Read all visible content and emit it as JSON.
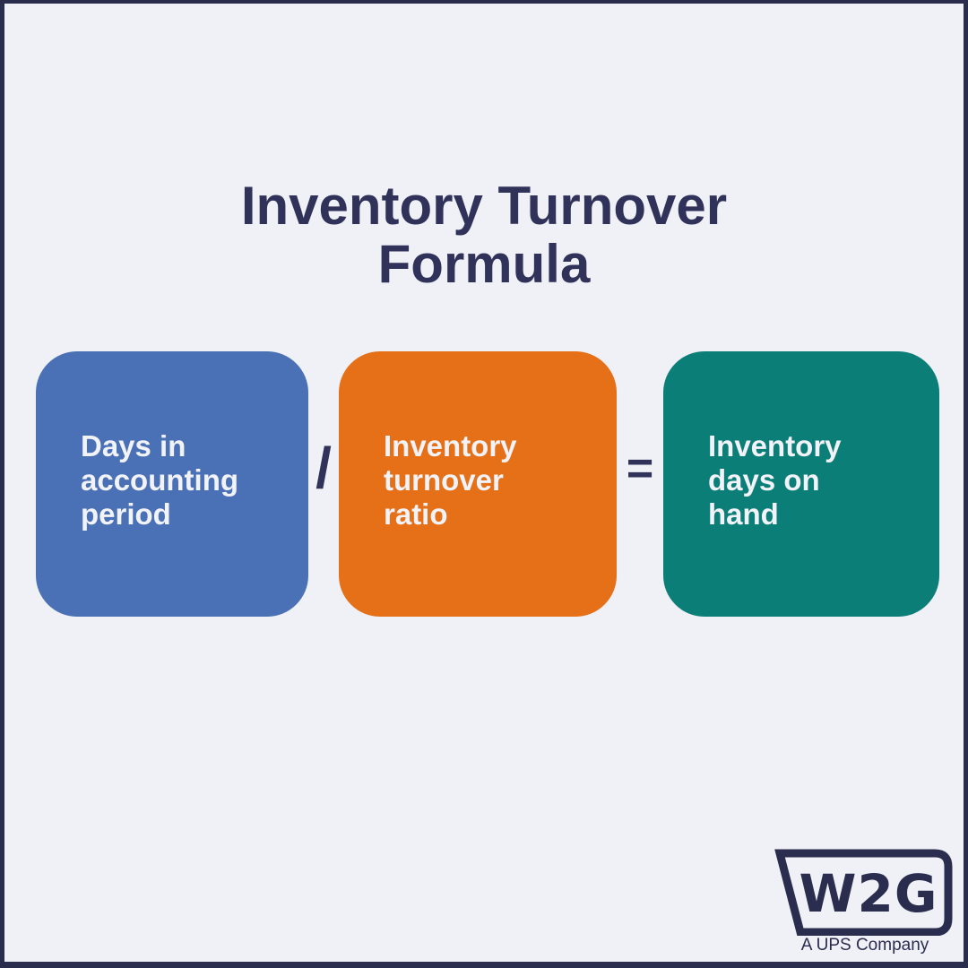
{
  "page": {
    "title": "Inventory Turnover\nFormula"
  },
  "formula": {
    "terms": [
      {
        "id": "days-in-accounting-period",
        "label": "Days in\naccounting\nperiod",
        "color": "#4a70b5"
      },
      {
        "id": "inventory-turnover-ratio",
        "label": "Inventory\nturnover\nratio",
        "color": "#e57017"
      },
      {
        "id": "inventory-days-on-hand",
        "label": "Inventory\ndays on\nhand",
        "color": "#0b7e77"
      }
    ],
    "operators": {
      "divide": "/",
      "equals": "="
    }
  },
  "branding": {
    "logo_text": "W2G",
    "tagline": "A UPS Company"
  },
  "colors": {
    "background": "#f0f1f7",
    "frame": "#2b2d4f",
    "title_text": "#303259",
    "operator_text": "#303259",
    "box_text": "#f2f3f8",
    "term_blue": "#4a70b5",
    "term_orange": "#e57017",
    "term_teal": "#0b7e77",
    "logo_navy": "#2b2d4f"
  }
}
